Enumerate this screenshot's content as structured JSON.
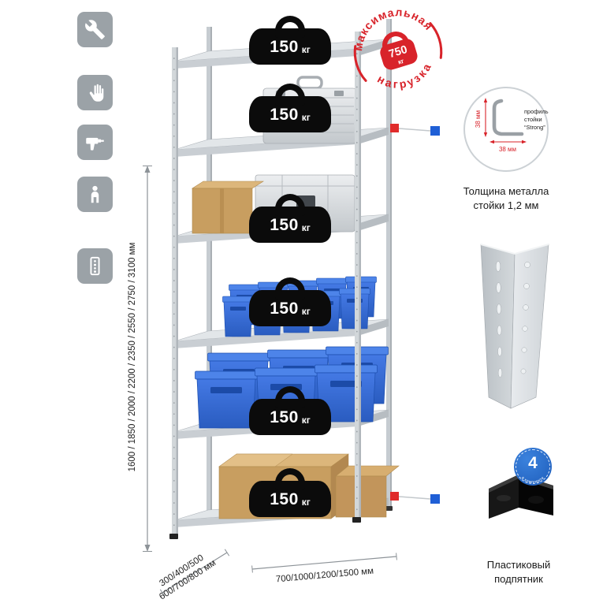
{
  "colors": {
    "accent_red": "#d8232a",
    "accent_blue": "#1f5fd6",
    "icon_tile_gray": "#9ba2a7",
    "metal_gray": "#d2d7da",
    "bin_blue": "#2e63c9",
    "cardboard": "#c89e60",
    "badge_black": "#0b0b0b"
  },
  "icons": [
    {
      "name": "wrench-icon"
    },
    {
      "name": "gloves-icon"
    },
    {
      "name": "drill-icon"
    },
    {
      "name": "person-icon"
    },
    {
      "name": "rack-post-icon"
    }
  ],
  "rack": {
    "shelves": [
      {
        "load_value": "150",
        "load_unit": "кг"
      },
      {
        "load_value": "150",
        "load_unit": "кг"
      },
      {
        "load_value": "150",
        "load_unit": "кг"
      },
      {
        "load_value": "150",
        "load_unit": "кг"
      },
      {
        "load_value": "150",
        "load_unit": "кг"
      },
      {
        "load_value": "150",
        "load_unit": "кг"
      }
    ]
  },
  "stamp": {
    "arc_top": "максимальная",
    "arc_bottom": "нагрузка",
    "weight_value": "750",
    "weight_unit": "кг"
  },
  "profile_detail": {
    "dim_vertical": "38 мм",
    "dim_horizontal": "38 мм",
    "label_line1": "профиль",
    "label_line2": "стойки",
    "label_line3": "“Strong”",
    "caption_line1": "Толщина металла",
    "caption_line2": "стойки 1,2 мм"
  },
  "foot": {
    "badge_value": "4",
    "badge_text": "в комплекте",
    "caption_line1": "Пластиковый",
    "caption_line2": "подпятник"
  },
  "dimensions": {
    "height": "1600 / 1850 / 2000 / 2200 / 2350 / 2550 / 2750 / 3100 мм",
    "depth_line1": "300/400/500",
    "depth_line2": "600/700/800 мм",
    "width": "700/1000/1200/1500 мм"
  }
}
